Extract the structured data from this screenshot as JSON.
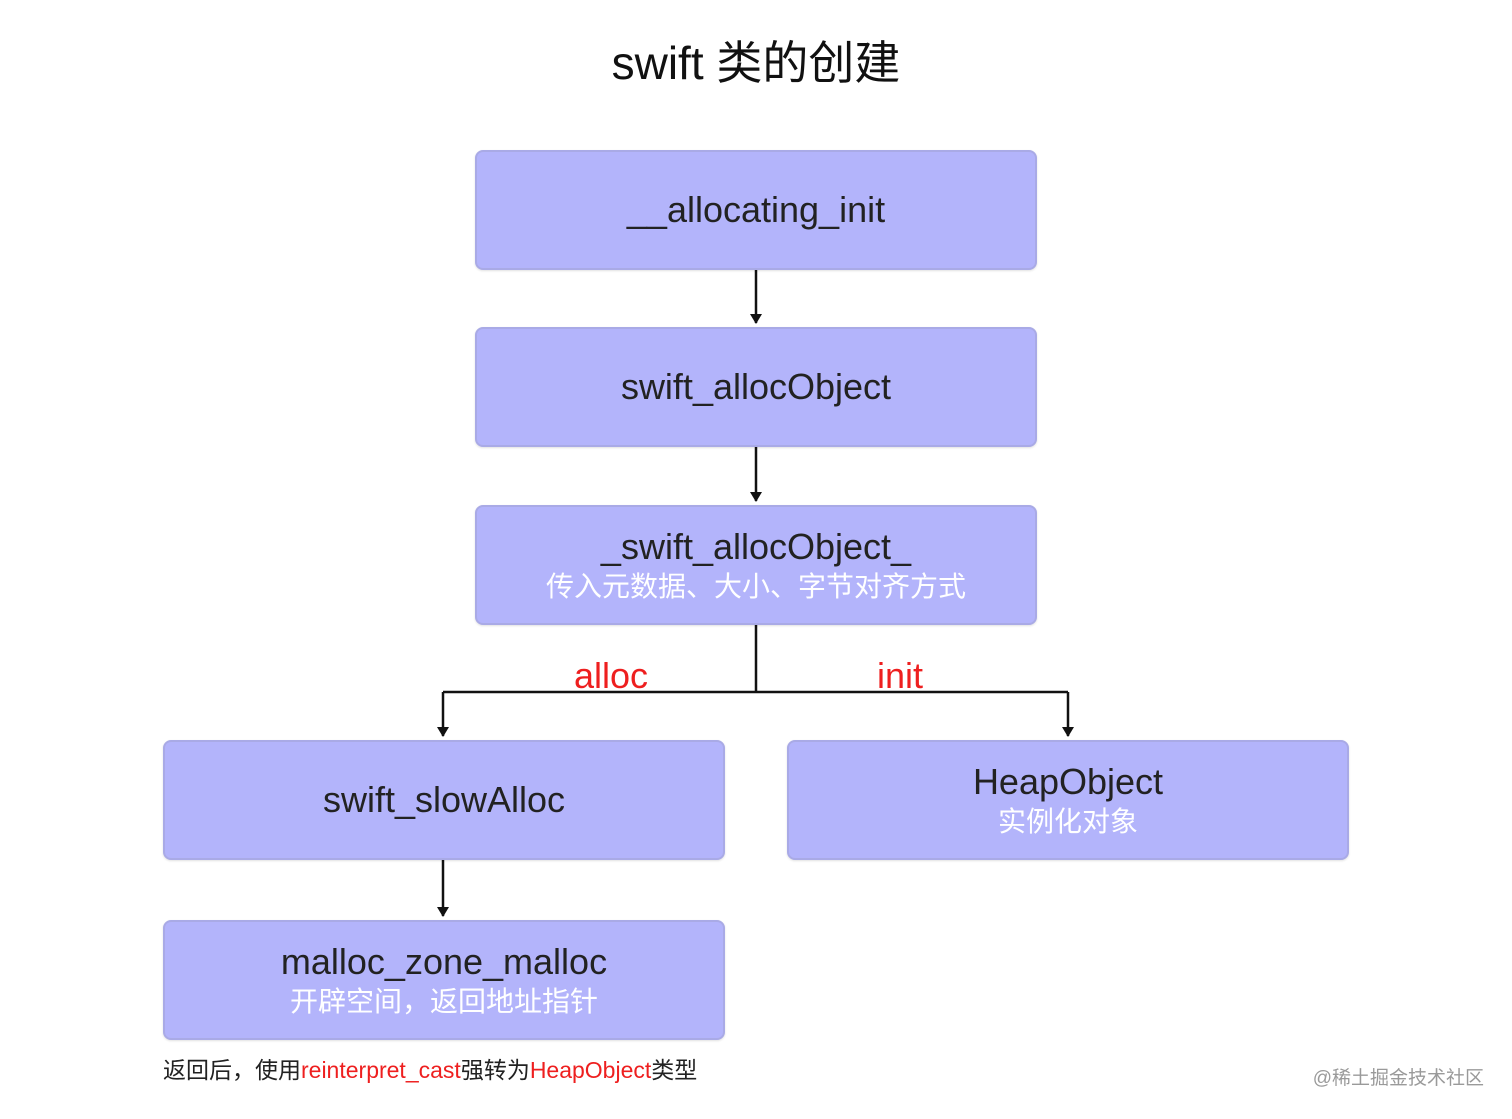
{
  "title": "swift 类的创建",
  "nodes": {
    "allocating_init": {
      "label": "__allocating_init"
    },
    "swift_allocObject": {
      "label": "swift_allocObject"
    },
    "swift_allocObject_internal": {
      "label": "_swift_allocObject_",
      "sub": "传入元数据、大小、字节对齐方式"
    },
    "swift_slowAlloc": {
      "label": "swift_slowAlloc"
    },
    "heap_object": {
      "label": "HeapObject",
      "sub": "实例化对象"
    },
    "malloc_zone_malloc": {
      "label": "malloc_zone_malloc",
      "sub": "开辟空间，返回地址指针"
    }
  },
  "edge_labels": {
    "alloc": "alloc",
    "init": "init"
  },
  "note": {
    "part1": "返回后，使用",
    "part2": "reinterpret_cast",
    "part3": "强转为",
    "part4": "HeapObject",
    "part5": "类型"
  },
  "watermark": "@稀土掘金技术社区",
  "colors": {
    "node_fill": "#b3b4fb",
    "node_border": "#a9aae6",
    "highlight": "#ee1f1f",
    "subtext": "#ffffff"
  }
}
